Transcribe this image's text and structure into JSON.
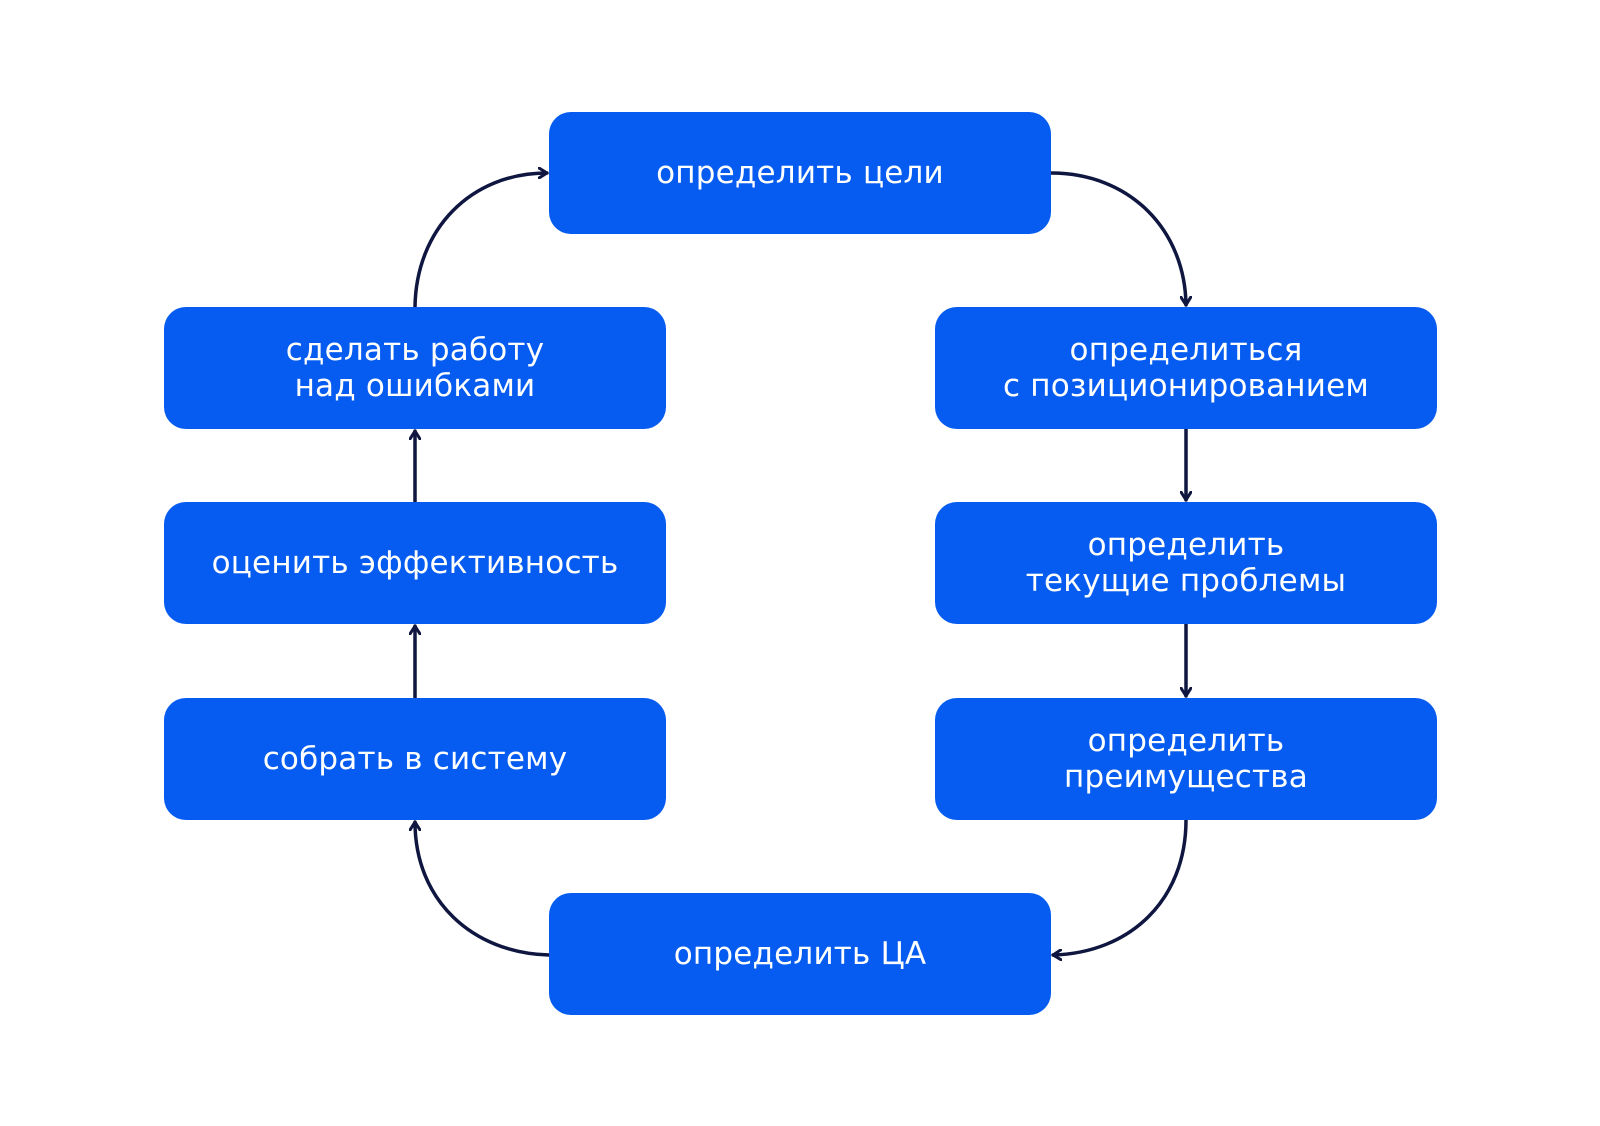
{
  "diagram": {
    "colors": {
      "node_fill": "#065cf0",
      "node_text": "#ffffff",
      "arrow": "#0f1640",
      "background": "#ffffff"
    },
    "nodes": [
      {
        "id": "goals",
        "label": "определить цели"
      },
      {
        "id": "positioning",
        "label": "определиться\nс позиционированием"
      },
      {
        "id": "problems",
        "label": "определить\nтекущие проблемы"
      },
      {
        "id": "advantages",
        "label": "определить\nпреимущества"
      },
      {
        "id": "audience",
        "label": "определить ЦА"
      },
      {
        "id": "system",
        "label": "собрать в систему"
      },
      {
        "id": "efficiency",
        "label": "оценить эффективность"
      },
      {
        "id": "mistakes",
        "label": "сделать работу\nнад ошибками"
      }
    ],
    "edges": [
      {
        "from": "goals",
        "to": "positioning"
      },
      {
        "from": "positioning",
        "to": "problems"
      },
      {
        "from": "problems",
        "to": "advantages"
      },
      {
        "from": "advantages",
        "to": "audience"
      },
      {
        "from": "audience",
        "to": "system"
      },
      {
        "from": "system",
        "to": "efficiency"
      },
      {
        "from": "efficiency",
        "to": "mistakes"
      },
      {
        "from": "mistakes",
        "to": "goals"
      }
    ]
  }
}
